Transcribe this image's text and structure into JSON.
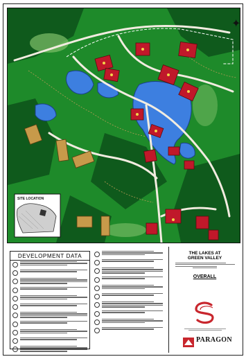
{
  "map": {
    "inset_label": "SITE LOCATION"
  },
  "legend": {
    "title": "DEVELOPMENT DATA",
    "column1_entries": 11,
    "column2_entries": 10
  },
  "title_block": {
    "title_line1": "THE LAKES AT",
    "title_line2": "GREEN VALLEY",
    "sheet_label": "OVERALL",
    "firm_name": "PARAGON",
    "colors": {
      "grass": "#1e8a2a",
      "forest": "#0f5a1c",
      "water": "#3d7fe0",
      "building": "#c0182a",
      "road": "#f2ece0",
      "logo_red": "#c8262d"
    }
  }
}
